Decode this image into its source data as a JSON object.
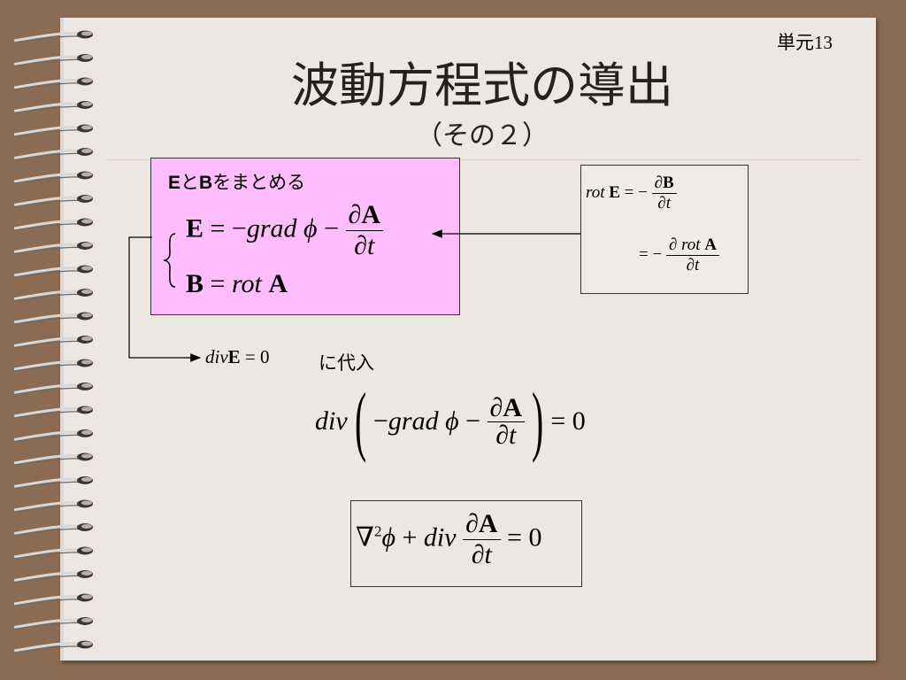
{
  "slide": {
    "unit_label": "単元",
    "unit_number": "13",
    "title": "波動方程式の導出",
    "subtitle": "（その２）"
  },
  "pink_box": {
    "label_prefix": "E",
    "label_mid": "と",
    "label_b": "B",
    "label_suffix": "をまとめる"
  },
  "substitute_text": "に代入",
  "colors": {
    "background": "#8c6b55",
    "paper": "#ece7e2",
    "highlight_box": "#ffbdfd"
  }
}
